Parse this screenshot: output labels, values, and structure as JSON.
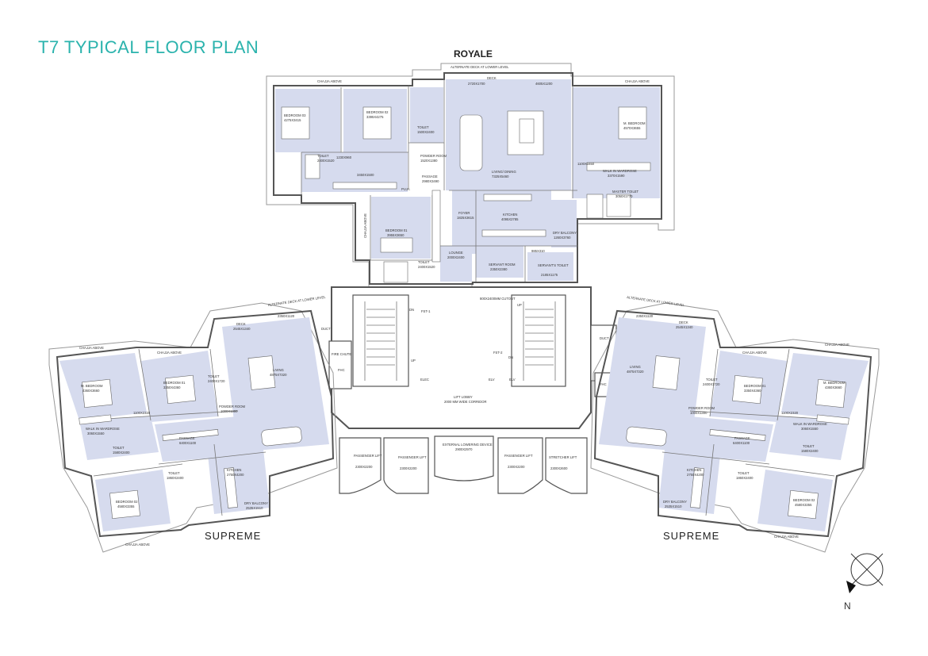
{
  "title": "T7 TYPICAL FLOOR PLAN",
  "wings": {
    "top": "ROYALE",
    "left": "SUPREME",
    "right": "SUPREME"
  },
  "compass": {
    "label": "N"
  },
  "royale": {
    "alternate_deck": "ALTERNATE DECK AT LOWER LEVEL",
    "chajja_left": "CHAJJA ABOVE",
    "chajja_right": "CHAJJA ABOVE",
    "chajja_side": "CHAJJA ABOVE",
    "deck": "DECK",
    "deck_dim1": "2720X1700",
    "deck_dim2": "4605X1200",
    "bedroom_03": "BEDROOM 03",
    "bedroom_03_dim": "4275X3415",
    "bedroom_02": "BEDROOM 02",
    "bedroom_02_dim": "3395X4275",
    "toilet_a": "TOILET",
    "toilet_a_dim": "2400X1520",
    "toilet_b": "TOILET",
    "toilet_b_dim": "1500X2400",
    "powder_room": "POWDER ROOM",
    "powder_dim": "1520X1380",
    "dim_1230": "1230X960",
    "dim_3450": "3450X1500",
    "passage": "PASSAGE",
    "passage_dim": "2980X3490",
    "living_dining": "LIVING/ DINING",
    "living_dining_dim": "7325X5460",
    "m_bedroom": "M. BEDROOM",
    "m_bedroom_dim": "4570X3655",
    "walk_in": "WALK IN WARDROSE",
    "walk_in_dim": "3370X1590",
    "dim_1100": "1100X1650",
    "master_toilet": "MASTER TOILET",
    "master_toilet_dim": "3050X1770",
    "pooja": "PUJA",
    "foyer": "FOYER",
    "foyer_dim": "1825X3615",
    "kitchen": "KITCHEN",
    "kitchen_dim": "4095X2785",
    "dry_balcony": "DRY BALCONY",
    "dry_balcony_dim": "1260X3760",
    "bedroom_01": "BEDROOM 01",
    "bedroom_01_dim": "3955X3650",
    "toilet_c": "TOILET",
    "toilet_c_dim": "2400X1520",
    "lounge": "LOUNGE",
    "lounge_dim": "2000X2400",
    "servant_room": "SERVANT ROOM",
    "servant_room_dim": "2350X2380",
    "dim_985": "985X310",
    "servants_toilet": "SERVANT'S TOILET",
    "servants_toilet_dim": "2185X1175"
  },
  "core": {
    "cutout": "800X2400MM CUTOUT",
    "fst1": "FST-1",
    "fst2": "FST-2",
    "up1": "UP",
    "up2": "UP",
    "dn1": "DN",
    "dn2": "DN",
    "elec": "ELEC",
    "elv1": "ELV",
    "elv2": "ELV",
    "fhc1": "FHC",
    "fhc2": "FHC",
    "duct1": "DUCT",
    "duct2": "DUCT",
    "fire_chute": "FIRE CHUTE",
    "lift_lobby": "LIFT LOBBY",
    "corridor": "2000 MM WIDE CORRIDOR",
    "passenger_lift_1": "PASSENGER LIFT",
    "passenger_lift_2": "PASSENGER LIFT",
    "passenger_lift_3": "PASSENGER LIFT",
    "stretcher_lift": "STRETCHER LIFT",
    "lift_dim1": "2300X2200",
    "lift_dim2": "2300X2200",
    "lift_dim3": "2300X2200",
    "lift_dim4": "2300X2600",
    "external_lowering": "EXTERNAL LOWERING DEVICE",
    "external_lowering_dim": "2900X2970"
  },
  "supreme_left": {
    "alternate_deck": "ALTERNATE DECK AT LOWER LEVEL",
    "deck": "DECK",
    "deck_dim": "2545X1340",
    "dim_2350": "2350X1120",
    "chajja_1": "CHAJJA ABOVE",
    "chajja_2": "CHAJJA ABOVE",
    "chajja_3": "CHAJJA ABOVE",
    "m_bedroom": "M. BEDROOM",
    "m_bedroom_dim": "4360X3660",
    "bedroom_01": "BEDROOM 01",
    "bedroom_01_dim": "3350X4360",
    "living": "LIVING",
    "living_dim": "4875X7320",
    "walk_in": "WALK IN WARDROSE",
    "walk_in_dim": "3060X1550",
    "dim_1100": "1100X2320",
    "toilet_a": "TOILET",
    "toilet_a_dim": "1580X2400",
    "powder": "POWDER ROOM",
    "powder_dim": "1000X1300",
    "passage": "PASSAGE",
    "passage_dim": "6400X1100",
    "toilet_b": "TOILET",
    "toilet_b_dim": "2400X1720",
    "toilet_c": "TOILET",
    "toilet_c_dim": "1860X2400",
    "bedroom_02": "BEDROOM 02",
    "bedroom_02_dim": "4580X3355",
    "kitchen": "KITCHEN",
    "kitchen_dim": "2750X4200",
    "dry_balcony": "DRY BALCONY",
    "dry_balcony_dim": "2535X1510"
  },
  "supreme_right": {
    "alternate_deck": "ALTERNATE DECK AT LOWER LEVEL",
    "deck": "DECK",
    "deck_dim": "2545X1340",
    "dim_2350": "2350X1120",
    "chajja_1": "CHAJJA ABOVE",
    "chajja_2": "CHAJJA ABOVE",
    "chajja_3": "CHAJJA ABOVE",
    "m_bedroom": "M. BEDROOM",
    "m_bedroom_dim": "4360X3660",
    "bedroom_01": "BEDROOM 01",
    "bedroom_01_dim": "3350X4360",
    "living": "LIVING",
    "living_dim": "4875X7320",
    "walk_in": "WALK IN WARDROSE",
    "walk_in_dim": "3060X1550",
    "dim_1100": "1100X2320",
    "toilet_a": "TOILET",
    "toilet_a_dim": "1580X2400",
    "powder": "POWDER ROOM",
    "powder_dim": "1000X1300",
    "passage": "PASSAGE",
    "passage_dim": "6400X1100",
    "toilet_b": "TOILET",
    "toilet_b_dim": "2400X1720",
    "toilet_c": "TOILET",
    "toilet_c_dim": "1860X2400",
    "bedroom_02": "BEDROOM 02",
    "bedroom_02_dim": "4580X3355",
    "kitchen": "KITCHEN",
    "kitchen_dim": "2750X4200",
    "dry_balcony": "DRY BALCONY",
    "dry_balcony_dim": "2535X1510"
  }
}
